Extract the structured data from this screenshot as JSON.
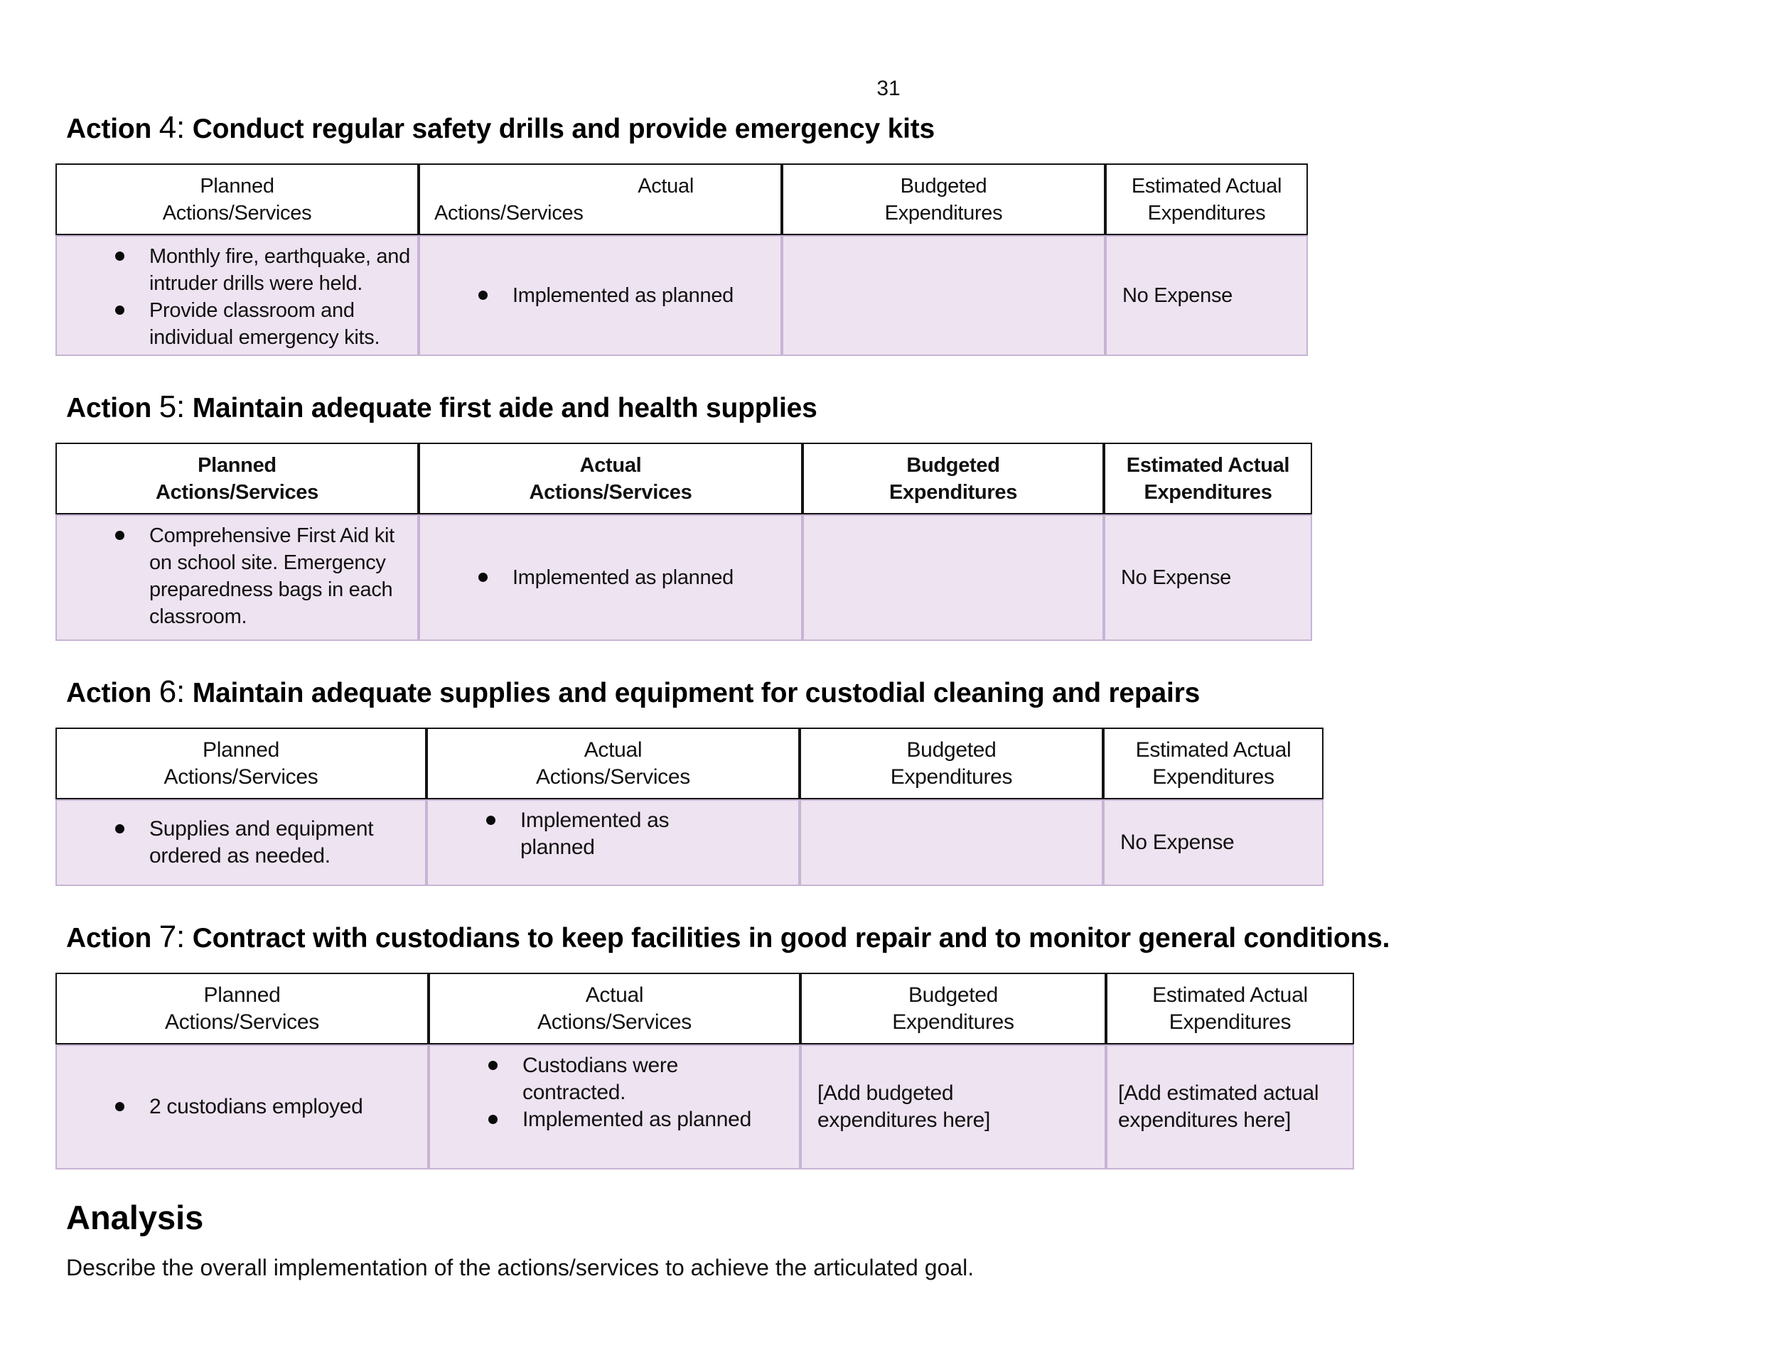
{
  "page": {
    "number": "31"
  },
  "theme": {
    "table_fill": "#EEE3F1",
    "table_cell_border": "#C7B4D3",
    "table_header_border": "#141414",
    "text_color": "#111111"
  },
  "sections": [
    {
      "heading": {
        "label": "Action",
        "number": "4:",
        "title": "Conduct regular safety drills and provide emergency kits"
      },
      "table": {
        "headers": [
          {
            "line1": "Planned",
            "line2": "Actions/Services"
          },
          {
            "line1": "Actual",
            "line2": "Actions/Services"
          },
          {
            "line1": "Budgeted",
            "line2": "Expenditures"
          },
          {
            "line1": "Estimated Actual",
            "line2": "Expenditures"
          }
        ],
        "planned_bullets": [
          "Monthly fire, earthquake, and intruder drills were held.",
          "Provide classroom and individual emergency kits."
        ],
        "actual_bullets": [
          "Implemented as planned"
        ],
        "budgeted_text": "",
        "estimated_text": "No Expense"
      }
    },
    {
      "heading": {
        "label": "Action",
        "number": "5:",
        "title": "Maintain adequate first aide and health supplies"
      },
      "table": {
        "headers": [
          {
            "line1": "Planned",
            "line2": "Actions/Services"
          },
          {
            "line1": "Actual",
            "line2": "Actions/Services"
          },
          {
            "line1": "Budgeted",
            "line2": "Expenditures"
          },
          {
            "line1": "Estimated Actual",
            "line2": "Expenditures"
          }
        ],
        "planned_bullets": [
          "Comprehensive First Aid kit on school site. Emergency preparedness bags in each classroom."
        ],
        "actual_bullets": [
          "Implemented as planned"
        ],
        "budgeted_text": "",
        "estimated_text": "No Expense"
      }
    },
    {
      "heading": {
        "label": "Action",
        "number": "6:",
        "title": "Maintain adequate supplies and equipment for custodial cleaning and repairs"
      },
      "table": {
        "headers": [
          {
            "line1": "Planned",
            "line2": "Actions/Services"
          },
          {
            "line1": "Actual",
            "line2": "Actions/Services"
          },
          {
            "line1": "Budgeted",
            "line2": "Expenditures"
          },
          {
            "line1": "Estimated Actual",
            "line2": "Expenditures"
          }
        ],
        "planned_bullets": [
          "Supplies and equipment ordered as needed."
        ],
        "actual_bullets": [
          "Implemented as planned"
        ],
        "budgeted_text": "",
        "estimated_text": "No Expense"
      }
    },
    {
      "heading": {
        "label": "Action",
        "number": "7:",
        "title": "Contract with custodians to keep facilities in good repair and to monitor general conditions."
      },
      "table": {
        "headers": [
          {
            "line1": "Planned",
            "line2": "Actions/Services"
          },
          {
            "line1": "Actual",
            "line2": "Actions/Services"
          },
          {
            "line1": "Budgeted",
            "line2": "Expenditures"
          },
          {
            "line1": "Estimated Actual",
            "line2": "Expenditures"
          }
        ],
        "planned_bullets": [
          "2 custodians employed"
        ],
        "actual_bullets": [
          "Custodians were contracted.",
          "Implemented as planned"
        ],
        "budgeted_text": "[Add budgeted expenditures here]",
        "estimated_text": "[Add estimated actual expenditures here]"
      }
    }
  ],
  "analysis": {
    "title": "Analysis",
    "description": "Describe the overall implementation of the actions/services to achieve the articulated goal."
  }
}
